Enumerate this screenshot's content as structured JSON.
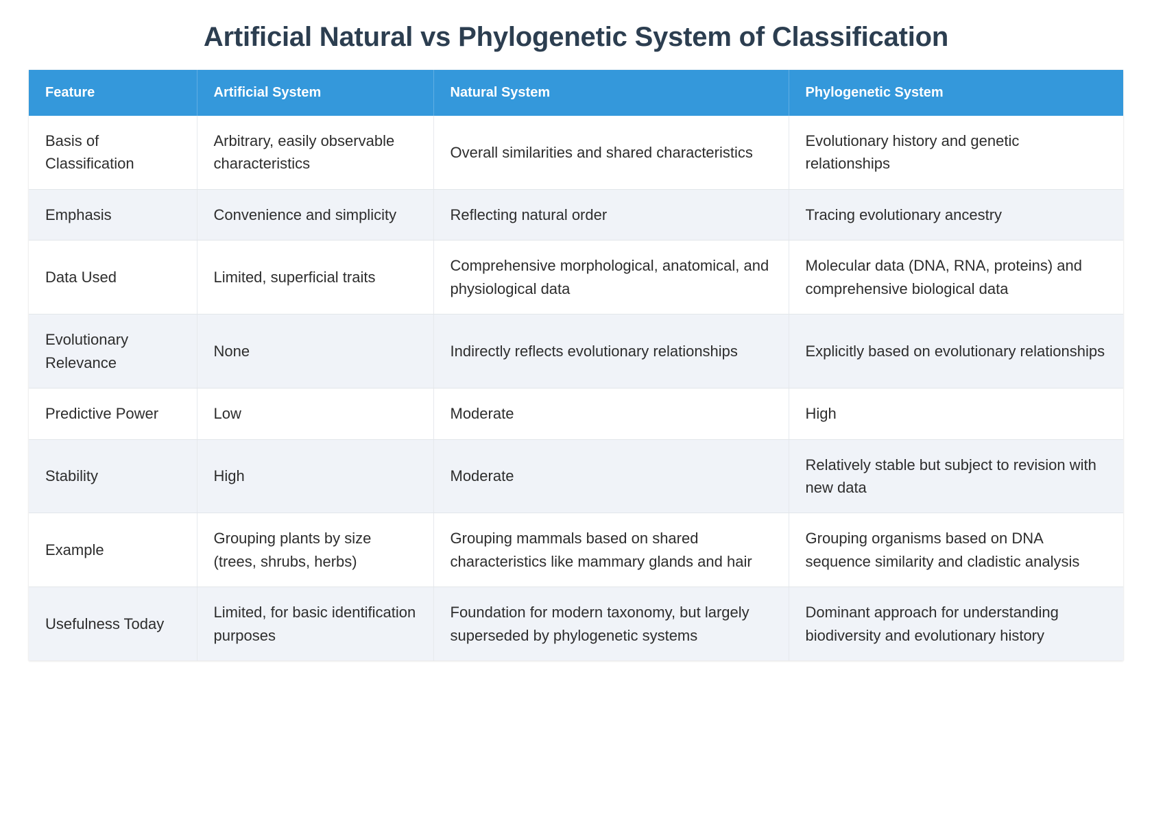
{
  "document": {
    "title": "Artificial Natural vs Phylogenetic System of Classification",
    "accent_color": "#3498db",
    "title_color": "#2c3e50",
    "stripe_color": "#f0f3f8",
    "text_color": "#2d2d2d"
  },
  "table": {
    "headers": [
      "Feature",
      "Artificial System",
      "Natural System",
      "Phylogenetic System"
    ],
    "rows": [
      {
        "feature": "Basis of Classification",
        "artificial": "Arbitrary, easily observable characteristics",
        "natural": "Overall similarities and shared characteristics",
        "phylogenetic": "Evolutionary history and genetic relationships"
      },
      {
        "feature": "Emphasis",
        "artificial": "Convenience and simplicity",
        "natural": "Reflecting natural order",
        "phylogenetic": "Tracing evolutionary ancestry"
      },
      {
        "feature": "Data Used",
        "artificial": "Limited, superficial traits",
        "natural": "Comprehensive morphological, anatomical, and physiological data",
        "phylogenetic": "Molecular data (DNA, RNA, proteins) and comprehensive biological data"
      },
      {
        "feature": "Evolutionary Relevance",
        "artificial": "None",
        "natural": "Indirectly reflects evolutionary relationships",
        "phylogenetic": "Explicitly based on evolutionary relationships"
      },
      {
        "feature": "Predictive Power",
        "artificial": "Low",
        "natural": "Moderate",
        "phylogenetic": "High"
      },
      {
        "feature": "Stability",
        "artificial": "High",
        "natural": "Moderate",
        "phylogenetic": "Relatively stable but subject to revision with new data"
      },
      {
        "feature": "Example",
        "artificial": "Grouping plants by size (trees, shrubs, herbs)",
        "natural": "Grouping mammals based on shared characteristics like mammary glands and hair",
        "phylogenetic": "Grouping organisms based on DNA sequence similarity and cladistic analysis"
      },
      {
        "feature": "Usefulness Today",
        "artificial": "Limited, for basic identification purposes",
        "natural": "Foundation for modern taxonomy, but largely superseded by phylogenetic systems",
        "phylogenetic": "Dominant approach for understanding biodiversity and evolutionary history"
      }
    ]
  }
}
